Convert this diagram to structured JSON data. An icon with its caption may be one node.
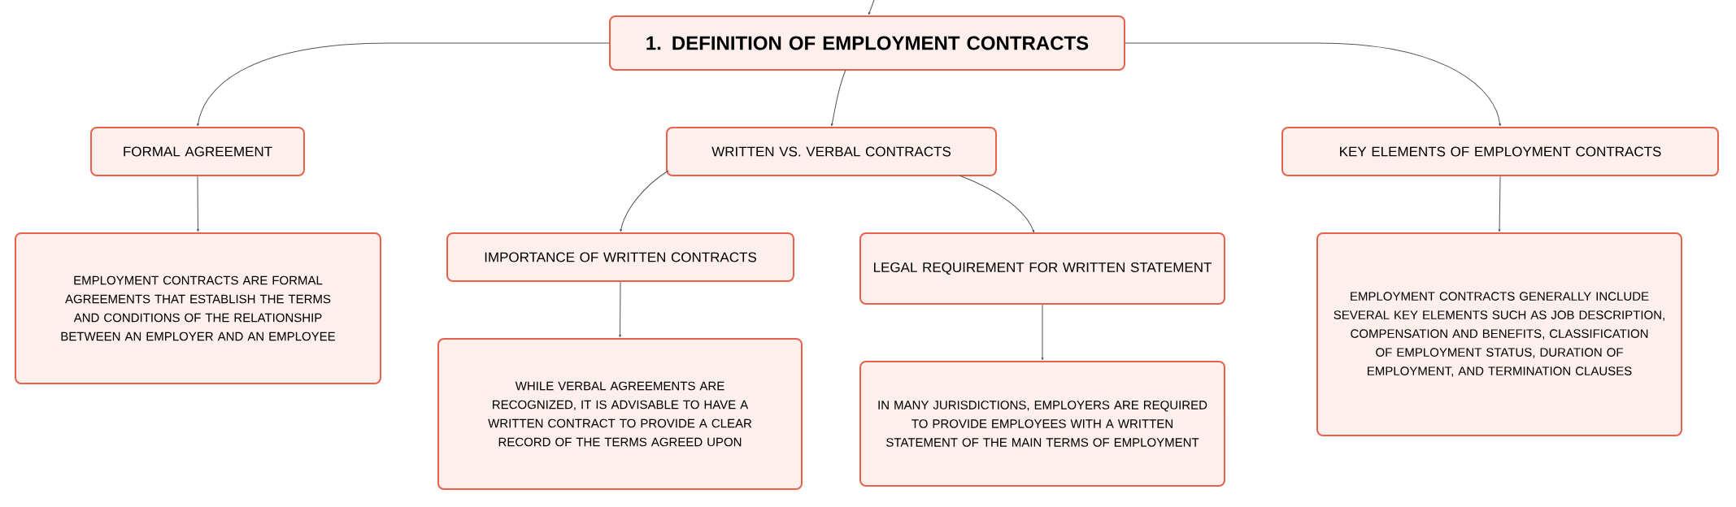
{
  "diagram": {
    "nodes": [
      {
        "text": [
          "1. DEFINITION OF EMPLOYMENT CONTRACTS"
        ]
      },
      {
        "text": [
          "FORMAL AGREEMENT"
        ]
      },
      {
        "text": [
          "WRITTEN VS. VERBAL CONTRACTS"
        ]
      },
      {
        "text": [
          "KEY ELEMENTS OF EMPLOYMENT CONTRACTS"
        ]
      },
      {
        "text": [
          "EMPLOYMENT CONTRACTS ARE FORMAL AGREEMENTS THAT ESTABLISH THE TERMS AND CONDITIONS OF THE RELATIONSHIP BETWEEN AN EMPLOYER AND AN EMPLOYEE"
        ]
      },
      {
        "text": [
          "IMPORTANCE OF WRITTEN CONTRACTS"
        ]
      },
      {
        "text": [
          "LEGAL REQUIREMENT FOR WRITTEN STATEMENT"
        ]
      },
      {
        "text": [
          "EMPLOYMENT CONTRACTS GENERALLY INCLUDE SEVERAL KEY ELEMENTS SUCH AS JOB DESCRIPTION, COMPENSATION AND BENEFITS, CLASSIFICATION OF EMPLOYMENT STATUS, DURATION OF EMPLOYMENT, AND TERMINATION CLAUSES"
        ]
      },
      {
        "text": [
          "WHILE VERBAL AGREEMENTS ARE RECOGNIZED, IT IS ADVISABLE TO HAVE A WRITTEN CONTRACT TO PROVIDE A CLEAR RECORD OF THE TERMS AGREED UPON"
        ]
      },
      {
        "text": [
          "IN MANY JURISDICTIONS, EMPLOYERS ARE REQUIRED TO PROVIDE EMPLOYEES WITH A WRITTEN STATEMENT OF THE MAIN TERMS OF EMPLOYMENT"
        ]
      }
    ],
    "edges": [
      {
        "from": null,
        "to": 0,
        "arrow": "to"
      },
      {
        "from": 0,
        "to": 1,
        "arrow": "to"
      },
      {
        "from": 0,
        "to": 2,
        "arrow": "to"
      },
      {
        "from": 0,
        "to": 3,
        "arrow": "to"
      },
      {
        "from": 1,
        "to": 4,
        "arrow": "to"
      },
      {
        "from": 2,
        "to": 5,
        "arrow": "to"
      },
      {
        "from": 2,
        "to": 6,
        "arrow": "to"
      },
      {
        "from": 3,
        "to": 7,
        "arrow": "to"
      },
      {
        "from": 5,
        "to": 8,
        "arrow": "to"
      },
      {
        "from": 6,
        "to": 9,
        "arrow": "to"
      }
    ]
  }
}
